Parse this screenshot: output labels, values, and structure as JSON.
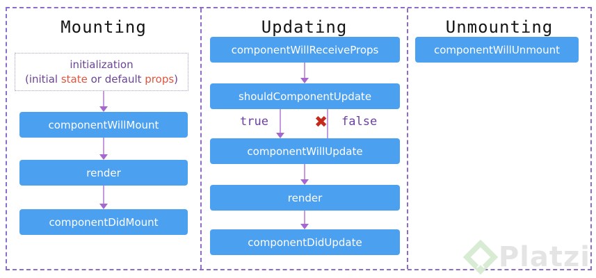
{
  "columns": [
    {
      "title": "Mounting",
      "init_title": "initialization",
      "init_detail": {
        "open": "(initial ",
        "state": "state",
        "mid": " or default ",
        "props": "props",
        "close": ")"
      },
      "boxes": [
        "componentWillMount",
        "render",
        "componentDidMount"
      ]
    },
    {
      "title": "Updating",
      "boxes": [
        "componentWillReceiveProps",
        "shouldComponentUpdate",
        "componentWillUpdate",
        "render",
        "componentDidUpdate"
      ],
      "branch": {
        "true_label": "true",
        "false_label": "false",
        "x_mark": "✖"
      }
    },
    {
      "title": "Unmounting",
      "boxes": [
        "componentWillUnmount"
      ]
    }
  ],
  "watermark": {
    "label": "Platzi"
  },
  "colors": {
    "box_blue": "#4ca0f0",
    "frame_purple": "#8d6cc9",
    "arrow_purple": "#a668cc",
    "branch_label_purple": "#6b3fa0",
    "init_text_purple": "#6b4397",
    "init_highlight_red": "#e0543f",
    "x_red": "#c42b1c",
    "watermark_green": "#d8ecd4",
    "watermark_gray": "#e4e4e4"
  }
}
